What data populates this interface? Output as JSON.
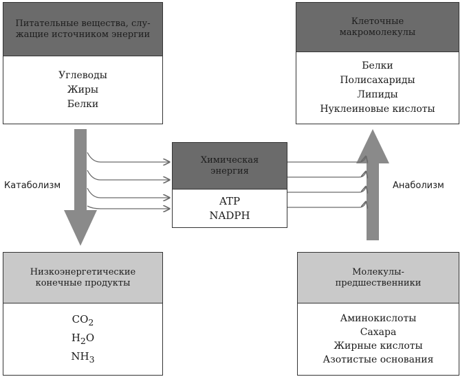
{
  "nutrients": {
    "header_line1": "Питательные вещества, слу-",
    "header_line2": "жащие источником энергии",
    "items": [
      "Углеводы",
      "Жиры",
      "Белки"
    ]
  },
  "macromolecules": {
    "header_line1": "Клеточные",
    "header_line2": "макромолекулы",
    "items": [
      "Белки",
      "Полисахариды",
      "Липиды",
      "Нуклеиновые кислоты"
    ]
  },
  "energy": {
    "header_line1": "Химическая",
    "header_line2": "энергия",
    "items": [
      "ATP",
      "NADPH"
    ]
  },
  "end_products": {
    "header_line1": "Низкоэнергетические",
    "header_line2": "конечные продукты",
    "formulas": [
      {
        "base": "CO",
        "sub": "2",
        "rest": ""
      },
      {
        "base": "H",
        "sub": "2",
        "rest": "O"
      },
      {
        "base": "NH",
        "sub": "3",
        "rest": ""
      }
    ]
  },
  "precursors": {
    "header_line1": "Молекулы-",
    "header_line2": "предшественники",
    "items": [
      "Аминокислоты",
      "Сахара",
      "Жирные кислоты",
      "Азотистые основания"
    ]
  },
  "labels": {
    "catabolism": "Катаболизм",
    "anabolism": "Анаболизм"
  },
  "colors": {
    "dark_header": "#6b6b6b",
    "light_header": "#c9c9c9",
    "arrow_gray": "#8a8a8a",
    "thin_arrow": "#6a6a6a"
  }
}
